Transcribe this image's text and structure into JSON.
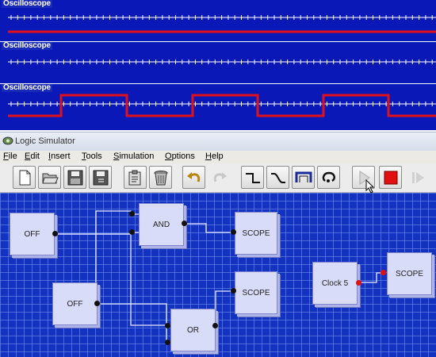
{
  "oscilloscopes": [
    {
      "title": "Oscilloscope",
      "signal": "low"
    },
    {
      "title": "Oscilloscope",
      "signal": "none"
    },
    {
      "title": "Oscilloscope",
      "signal": "clock"
    }
  ],
  "window": {
    "title": "Logic Simulator"
  },
  "menu": [
    "File",
    "Edit",
    "Insert",
    "Tools",
    "Simulation",
    "Options",
    "Help"
  ],
  "toolbar": {
    "buttons": [
      "new-icon",
      "open-icon",
      "save-icon",
      "save-as-icon",
      "properties-icon",
      "delete-icon",
      "undo-icon",
      "redo-icon",
      "falling-edge-icon",
      "rising-edge-icon",
      "pulse-icon",
      "loop-icon",
      "run-icon",
      "stop-icon",
      "step-icon"
    ]
  },
  "components": {
    "off1": "OFF",
    "off2": "OFF",
    "and": "AND",
    "or": "OR",
    "scope1": "SCOPE",
    "scope2": "SCOPE",
    "clock": "Clock 5",
    "scope3": "SCOPE"
  },
  "colors": {
    "scope_bg": "#0b18b8",
    "trace": "#e0101a",
    "canvas_bg": "#1432c0",
    "gate_fill": "#d8dcf8",
    "stop_red": "#e01010"
  }
}
